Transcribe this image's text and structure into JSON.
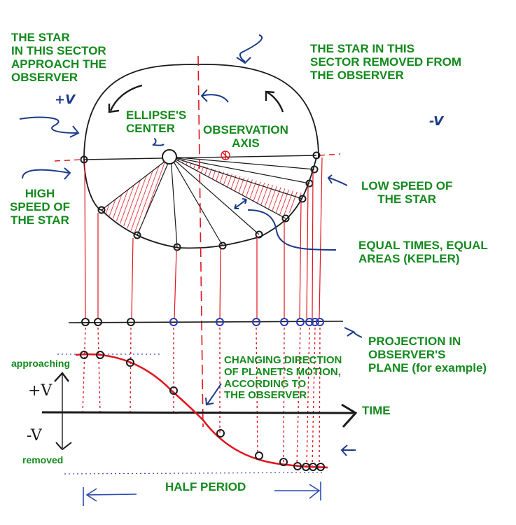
{
  "labels": {
    "approach_sector": [
      "THE STAR",
      "IN THIS SECTOR",
      "APPROACH THE",
      "OBSERVER"
    ],
    "removed_sector": [
      "THE STAR IN THIS",
      "SECTOR REMOVED FROM",
      "THE OBSERVER"
    ],
    "ellipse_center": [
      "ELLIPSE'S",
      "CENTER"
    ],
    "observation_axis": [
      "OBSERVATION",
      "AXIS"
    ],
    "high_speed": [
      "HIGH",
      "SPEED OF",
      "THE STAR"
    ],
    "low_speed": [
      "LOW SPEED OF",
      "THE STAR"
    ],
    "kepler": [
      "EQUAL TIMES, EQUAL",
      "AREAS (KEPLER)"
    ],
    "projection": [
      "PROJECTION IN",
      "OBSERVER'S",
      "PLANE (for example)"
    ],
    "changing_direction": [
      "CHANGING DIRECTION",
      "OF PLANET'S MOTION,",
      "ACCORDING TO",
      "THE OBSERVER"
    ],
    "time_axis": "TIME",
    "approaching": "approaching",
    "removed": "removed",
    "half_period": "HALF PERIOD",
    "plus_v_top": "+V",
    "minus_v_top": "-V",
    "plus_v_axis": "+V",
    "minus_v_axis": "-V"
  },
  "colors": {
    "label_green": "#148a1e",
    "projection_red": "#e0141e",
    "annotation_blue": "#1a3a8a",
    "ink_black": "#1a1a1a"
  },
  "orbit": {
    "num_points": 13,
    "point_angles_deg_from_center": [
      180,
      210,
      236,
      266,
      296,
      318,
      336,
      350,
      358,
      4,
      10,
      16,
      0
    ],
    "hatched_sectors": [
      "left-lower (fast, short arc)",
      "right (slow, long arc)"
    ]
  },
  "projection_points_count": 13,
  "velocity_curve": {
    "shape": "cosine-like, from +V max (approaching) to -V max (removed) over half period",
    "zero_crossing": "at observation axis"
  }
}
